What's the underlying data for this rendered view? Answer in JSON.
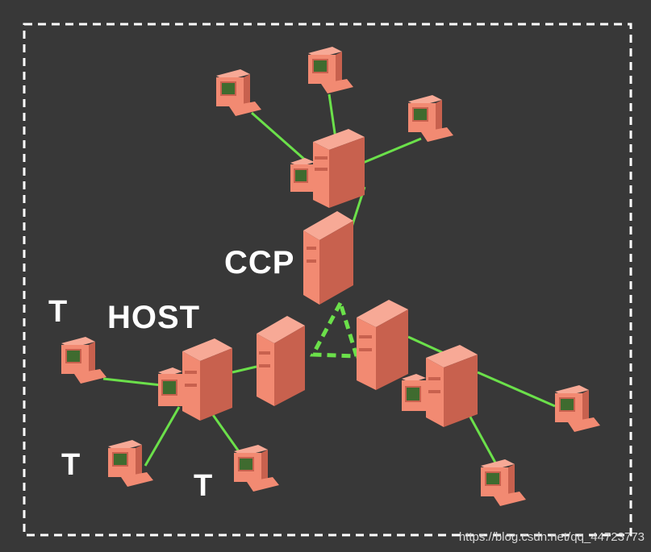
{
  "labels": {
    "ccp": "CCP",
    "host": "HOST",
    "terminal_1": "T",
    "terminal_2": "T",
    "terminal_3": "T"
  },
  "watermark": "https://blog.csdn.net/qq_44723773",
  "colors": {
    "background": "#383838",
    "device_front": "#f28a72",
    "device_side": "#c8614e",
    "device_top": "#f7a996",
    "link": "#6be04a",
    "frame": "#ffffff",
    "screen": "#3f6b2f"
  }
}
